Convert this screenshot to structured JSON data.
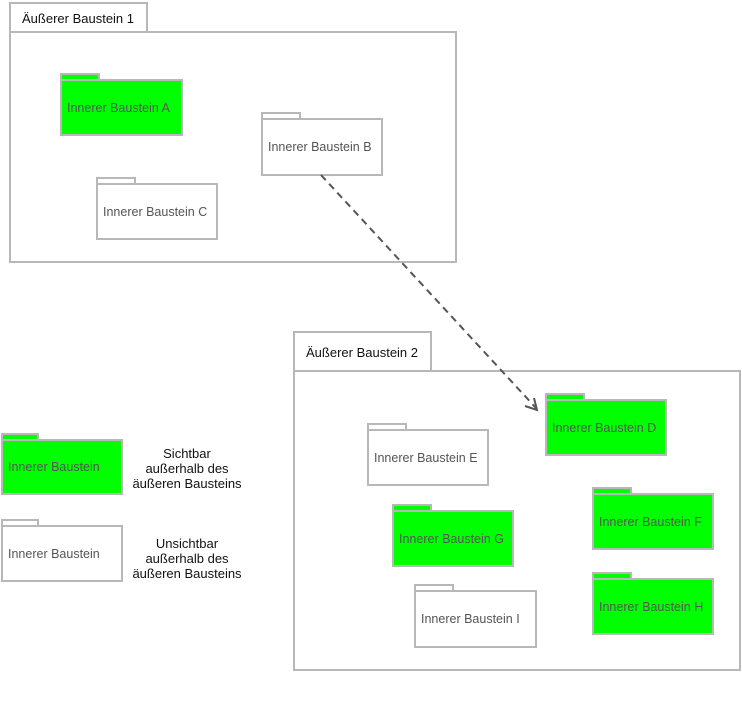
{
  "outer_modules": [
    {
      "label": "Äußerer Baustein 1"
    },
    {
      "label": "Äußerer Baustein 2"
    }
  ],
  "inner_modules": {
    "a": {
      "label": "Innerer Baustein A",
      "visible": true
    },
    "b": {
      "label": "Innerer Baustein B",
      "visible": false
    },
    "c": {
      "label": "Innerer Baustein C",
      "visible": false
    },
    "d": {
      "label": "Innerer Baustein D",
      "visible": true
    },
    "e": {
      "label": "Innerer Baustein E",
      "visible": false
    },
    "f": {
      "label": "Innerer Baustein F",
      "visible": true
    },
    "g": {
      "label": "Innerer Baustein G",
      "visible": true
    },
    "h": {
      "label": "Innerer Baustein H",
      "visible": true
    },
    "i": {
      "label": "Innerer Baustein I",
      "visible": false
    }
  },
  "legend": {
    "visible_box": "Innerer Baustein",
    "visible_text": [
      "Sichtbar",
      "außerhalb des",
      "äußeren Bausteins"
    ],
    "invisible_box": "Innerer Baustein",
    "invisible_text": [
      "Unsichtbar",
      "außerhalb des",
      "äußeren Bausteins"
    ]
  },
  "colors": {
    "visible_fill": "#00ff00",
    "border": "#b8b8b8",
    "arrow": "#555555"
  }
}
